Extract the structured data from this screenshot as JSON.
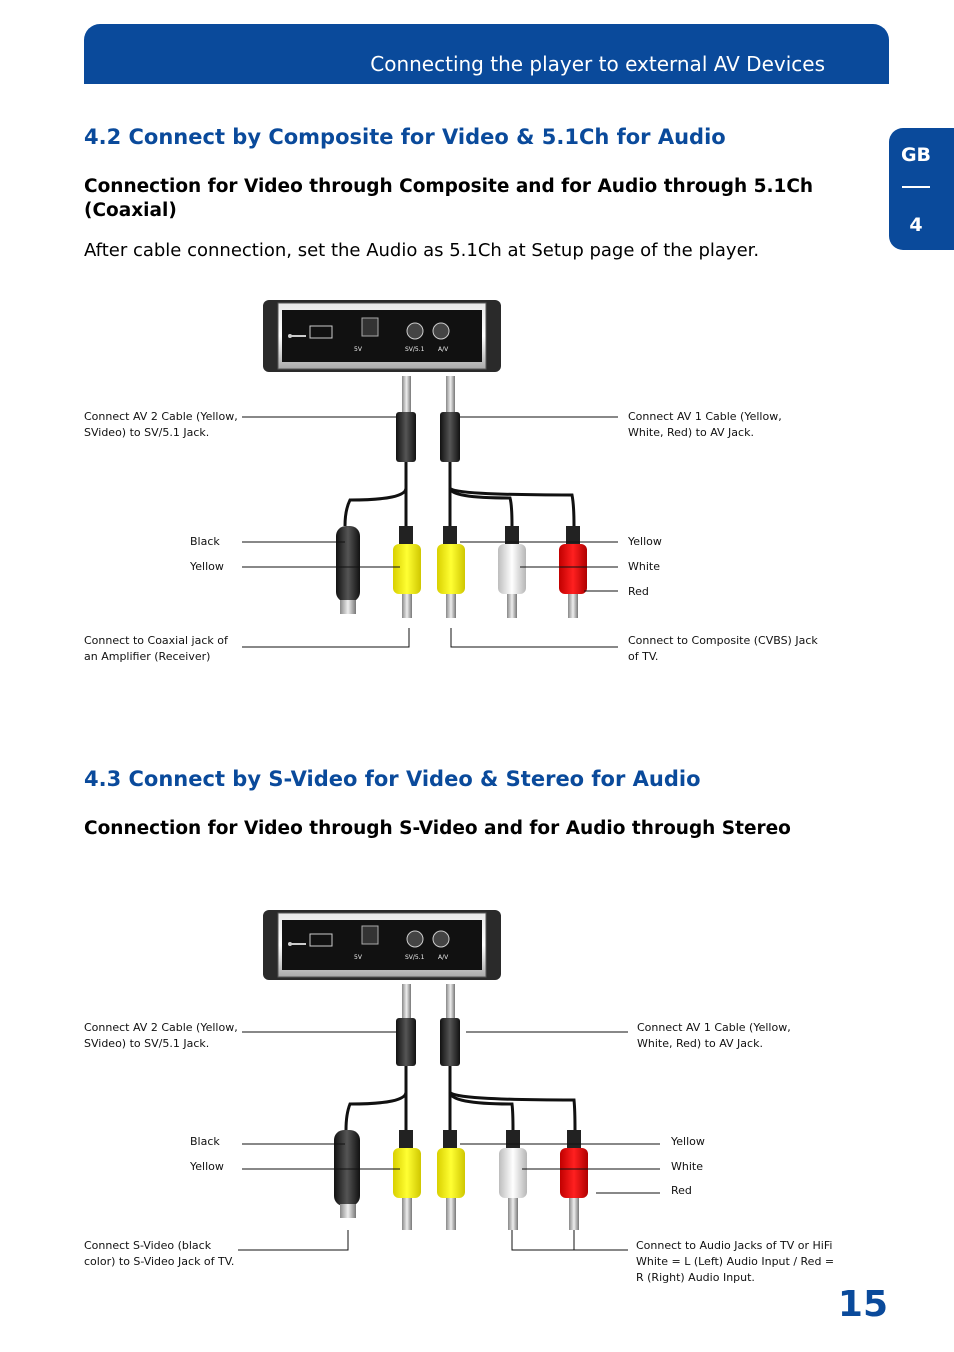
{
  "header": {
    "title": "Connecting the player to external AV Devices"
  },
  "side_tab": {
    "language": "GB",
    "chapter": "4"
  },
  "section_42": {
    "heading": "4.2 Connect by Composite for Video & 5.1Ch for Audio",
    "subheading": "Connection for Video through Composite and for Audio through 5.1Ch (Coaxial)",
    "note": "After cable connection, set the Audio as 5.1Ch at Setup page of the player.",
    "device_labels": {
      "sv": "5V",
      "svo": "SV/5.1",
      "av": "A/V"
    },
    "callouts": {
      "av2": "Connect AV 2 Cable (Yellow, SVideo) to SV/5.1 Jack.",
      "av1": "Connect AV 1 Cable (Yellow, White, Red) to AV Jack.",
      "black": "Black",
      "yellow_left": "Yellow",
      "yellow_right": "Yellow",
      "white": "White",
      "red": "Red",
      "bottom_left": "Connect to Coaxial jack of an Amplifier (Receiver)",
      "bottom_right": "Connect to Composite (CVBS) Jack of TV."
    }
  },
  "section_43": {
    "heading": "4.3 Connect by S-Video for Video & Stereo for Audio",
    "subheading": "Connection for Video through S-Video and for Audio through Stereo",
    "device_labels": {
      "sv": "5V",
      "svo": "SV/5.1",
      "av": "A/V"
    },
    "callouts": {
      "av2": "Connect AV 2 Cable (Yellow, SVideo) to SV/5.1 Jack.",
      "av1": "Connect AV 1 Cable (Yellow, White, Red) to AV Jack.",
      "black": "Black",
      "yellow_left": "Yellow",
      "yellow_right": "Yellow",
      "white": "White",
      "red": "Red",
      "bottom_left": "Connect S-Video (black color) to S-Video Jack of TV.",
      "bottom_right": "Connect to Audio Jacks of TV or HiFi White = L (Left) Audio Input / Red = R (Right) Audio Input."
    }
  },
  "page_number": "15",
  "colors": {
    "brand_blue": "#0a4a9b",
    "yellow_plug": "#f4ee00",
    "red_plug": "#e8000e",
    "white_plug": "#eeeeee"
  }
}
